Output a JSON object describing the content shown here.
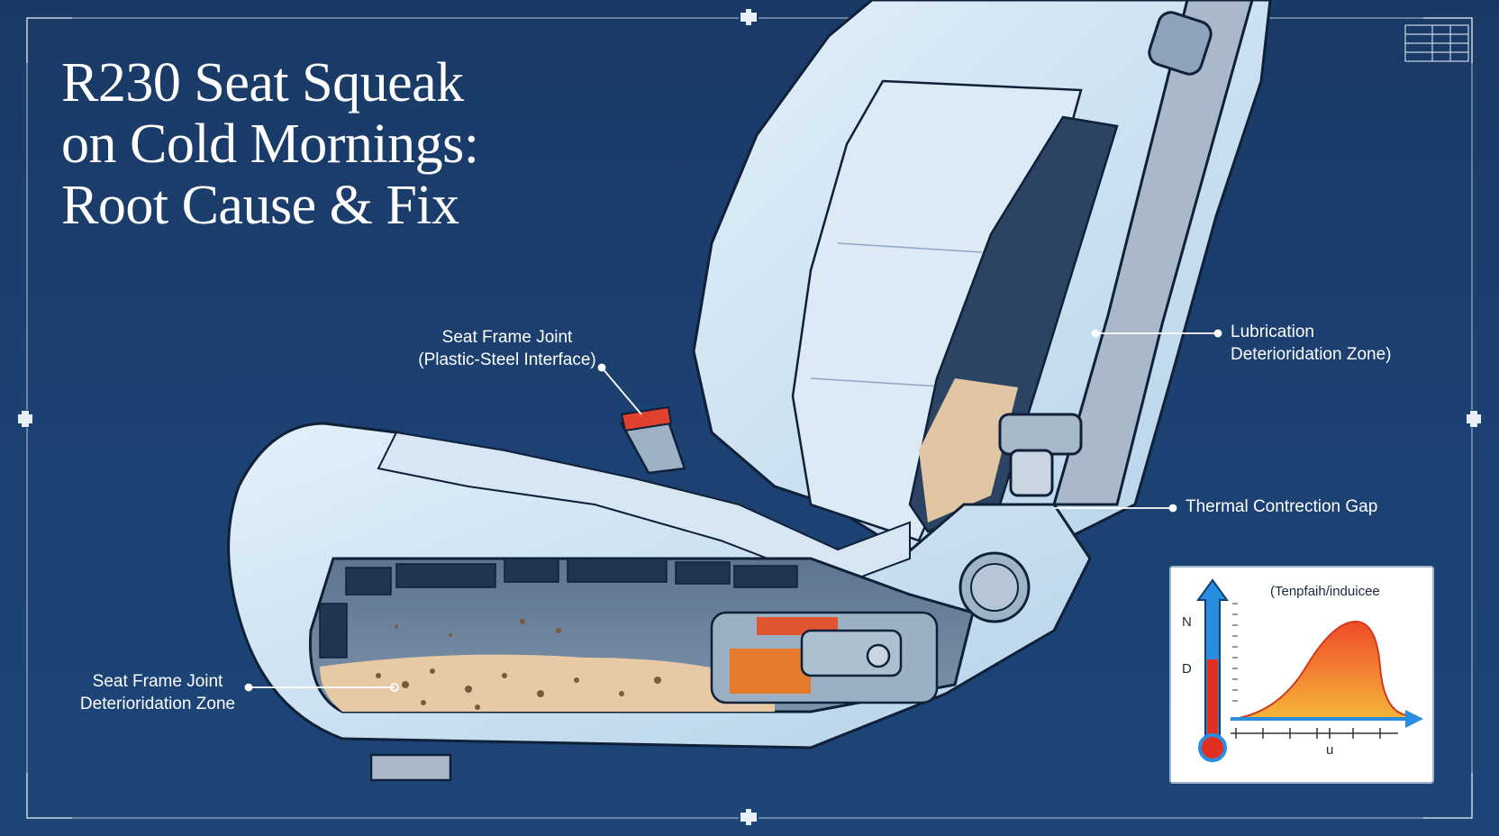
{
  "title": {
    "line1": "R230 Seat Squeak",
    "line2": "on Cold Mornings:",
    "line3": "Root Cause & Fix"
  },
  "callouts": {
    "frame_joint_top": {
      "line1": "Seat Frame Joint",
      "line2": "(Plastic-Steel Interface)"
    },
    "lubrication": {
      "line1": "Lubrication",
      "line2": "Deterioridation Zone)"
    },
    "thermal": {
      "line1": "Thermal Contrection Gap"
    },
    "frame_joint_bottom": {
      "line1": "Seat Frame Joint",
      "line2": "Deterioridation Zone"
    }
  },
  "inset_chart": {
    "title": "(Tenpfaih/induicee",
    "y_tick_top": "N",
    "y_tick_bottom": "D",
    "x_tick": "u"
  },
  "colors": {
    "background": "#1b3e6e",
    "seat": "#cfe3f2",
    "frame": "#8ea6bd",
    "debris": "#e7c9a6",
    "thermometer": "#2a8ee0",
    "curve_top": "#ef4a2a",
    "curve_bottom": "#f5b63a"
  }
}
